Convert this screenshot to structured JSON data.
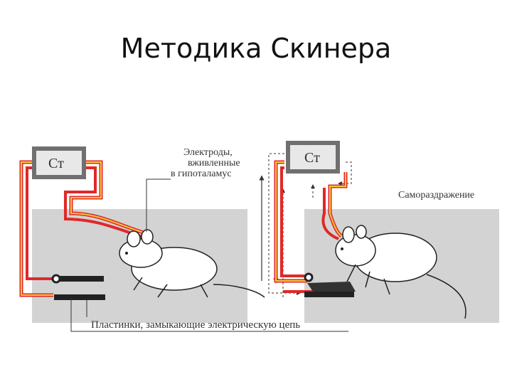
{
  "slide": {
    "title": "Методика Скинера"
  },
  "diagram": {
    "stimulator_label": "Ст",
    "electrodes_label": [
      "Электроды,",
      "вживленные",
      "в гипоталамус"
    ],
    "self_stimulation_label": "Самораздражение",
    "plates_label": "Пластинки, замыкающие электрическую цепь"
  },
  "colors": {
    "wire_outer": "#e02828",
    "wire_inner": "#f6c83a",
    "box": "#707070",
    "floor": "#222222"
  }
}
